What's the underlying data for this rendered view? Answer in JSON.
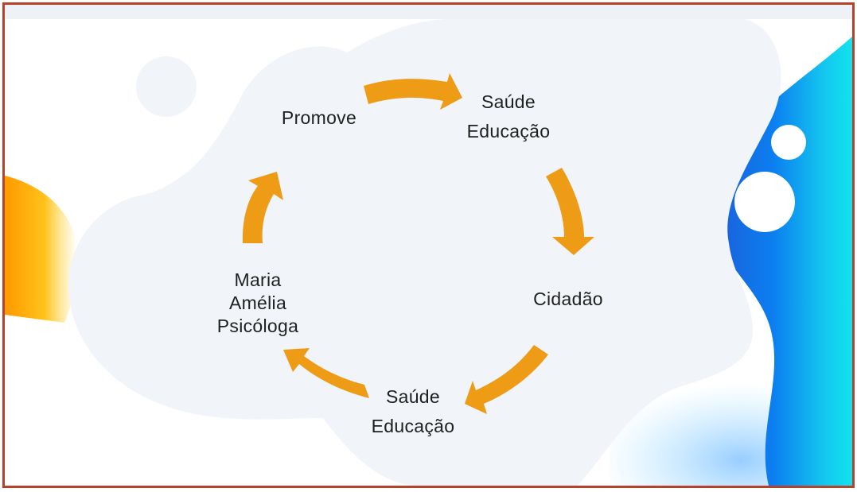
{
  "nodes": {
    "promove": {
      "lines": [
        "Promove"
      ]
    },
    "saude_top": {
      "lines": [
        "Saúde",
        "Educação"
      ]
    },
    "cidadao": {
      "lines": [
        "Cidadão"
      ]
    },
    "saude_bottom": {
      "lines": [
        "Saúde",
        "Educação"
      ]
    },
    "maria": {
      "lines": [
        "Maria",
        "Amélia",
        "Psicóloga"
      ]
    }
  },
  "colors": {
    "frame": "#b6422b",
    "cloud": "#f1f4f8",
    "arrow": "#ee9b16",
    "text": "#1f1f1f"
  }
}
